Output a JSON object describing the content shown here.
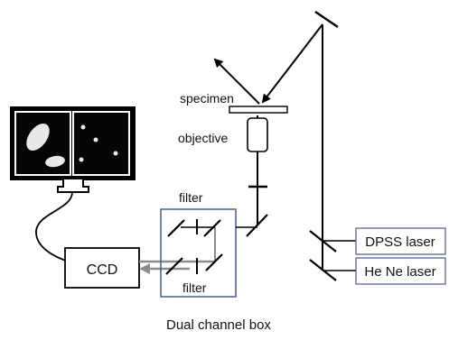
{
  "diagram": {
    "labels": {
      "specimen": "specimen",
      "objective": "objective",
      "filter_top": "filter",
      "filter_bottom": "filter",
      "ccd": "CCD",
      "dpss_laser": "DPSS laser",
      "hene_laser": "He Ne laser",
      "caption": "Dual channel box"
    },
    "colors": {
      "line": "#000000",
      "box_border": "#4a5a8a",
      "monitor_body": "#000000",
      "screen": "#050505",
      "spot": "#e8e8e8",
      "gray_beam": "#8c8c8c",
      "background": "#ffffff"
    }
  }
}
